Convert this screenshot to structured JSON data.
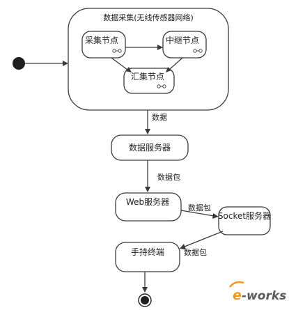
{
  "diagram": {
    "group_title": "数据采集(无线传感器网络)",
    "nodes": {
      "collect": "采集节点",
      "relay": "中继节点",
      "sink": "汇集节点",
      "data_server": "数据服务器",
      "web_server": "Web服务器",
      "socket_server": "Socket服务器",
      "handheld": "手持终端"
    },
    "edge_labels": {
      "group_to_data_server": "数据",
      "data_server_to_web": "数据包",
      "web_to_socket": "数据包",
      "socket_to_handheld": "数据包"
    }
  },
  "watermark": {
    "text": "e-works",
    "colors": {
      "brand": "#f7941d",
      "dark": "#5a5a5a"
    }
  }
}
